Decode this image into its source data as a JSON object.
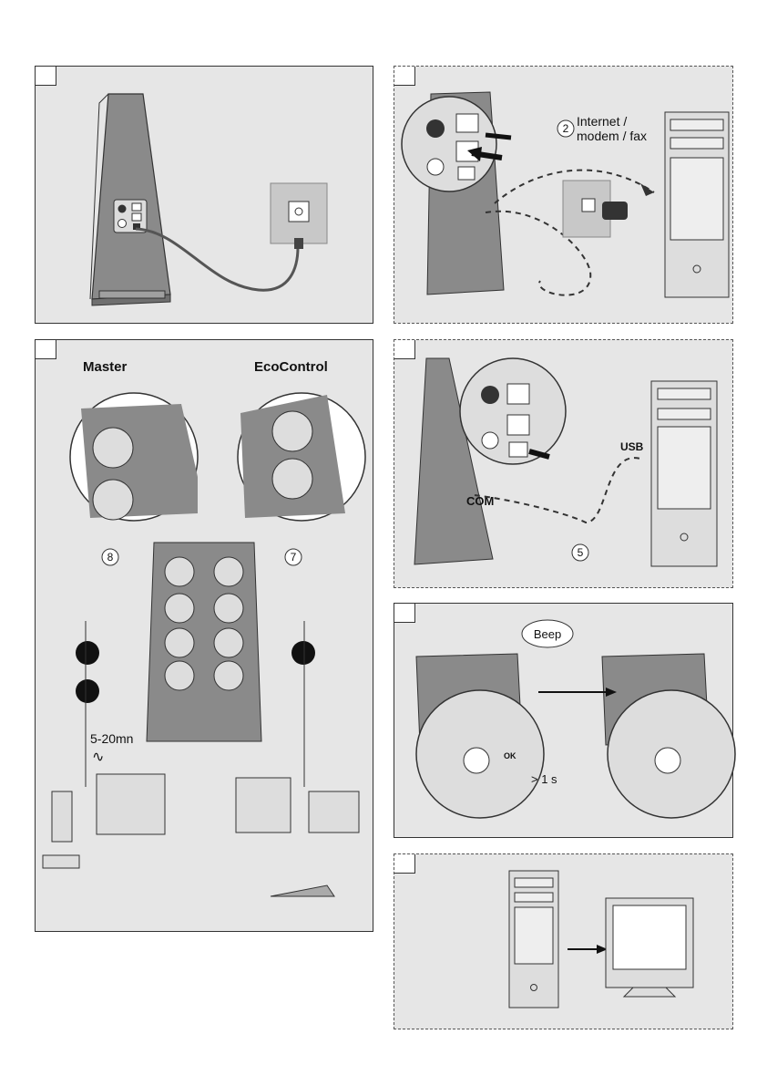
{
  "labels": {
    "internet_modem_fax": [
      "Internet /",
      "modem / fax"
    ],
    "master": "Master",
    "ecocontrol": "EcoControl",
    "usb": "USB",
    "com": "COM",
    "beep": "Beep",
    "press_time": "> 1 s",
    "ok": "OK",
    "delay": "5-20mn",
    "ac_symbol": "∿"
  },
  "callouts": {
    "internet": "2",
    "master_count": "8",
    "eco_count": "7",
    "usb_cable": "5"
  },
  "colors": {
    "panel_bg": "#e6e6e6",
    "device": "#8a8a8a",
    "device_dark": "#6f6f6f",
    "wall": "#c8c8c8"
  }
}
